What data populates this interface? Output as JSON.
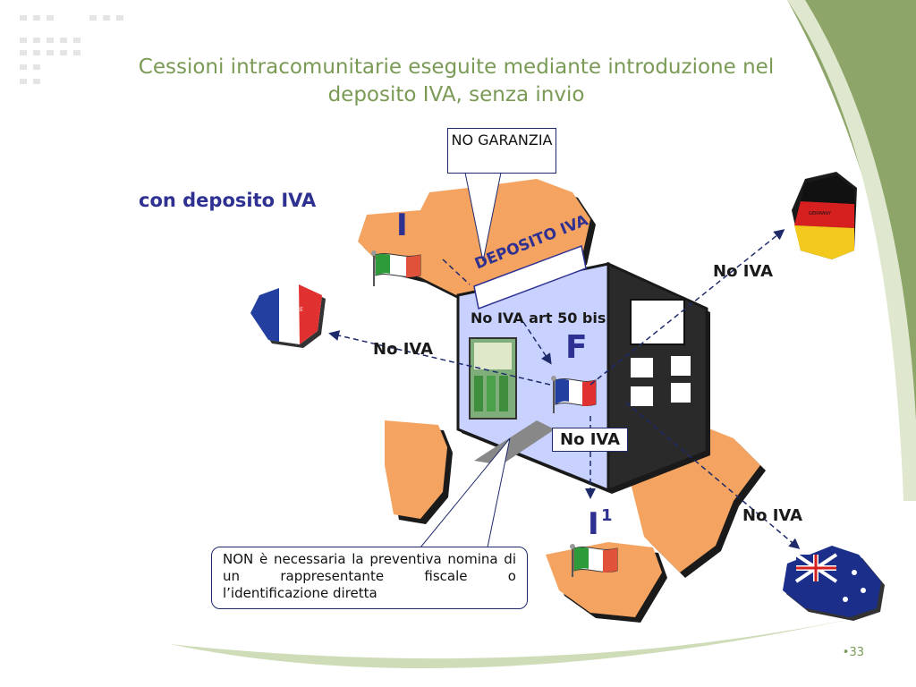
{
  "title": "Cessioni intracomunitarie eseguite mediante introduzione nel deposito IVA, senza invio",
  "subtitle": "con deposito IVA",
  "callout_top": "NO GARANZIA",
  "callout_bottom": "NON è necessaria  la preventiva  nomina di un rappresentante fiscale o l’identificazione diretta",
  "depot_label": "DEPOSITO IVA",
  "labels": {
    "art50": "No  IVA art 50 bis",
    "france": "No  IVA",
    "germany": "No  IVA",
    "italy2": "No  IVA",
    "australia": "No  IVA"
  },
  "nodes": {
    "italy_letter": "I",
    "depot_letter": "F",
    "italy2_letter": "I",
    "italy2_sup": "1"
  },
  "map_text": {
    "france": "FRANCE",
    "germany": "GERMANY"
  },
  "colors": {
    "accent_green": "#7a9a55",
    "title_blue": "#2e3192",
    "map_orange": "#f4a460",
    "building_dark": "#2a2a2a",
    "building_face": "#c9d2ff"
  },
  "page_number": "•33"
}
